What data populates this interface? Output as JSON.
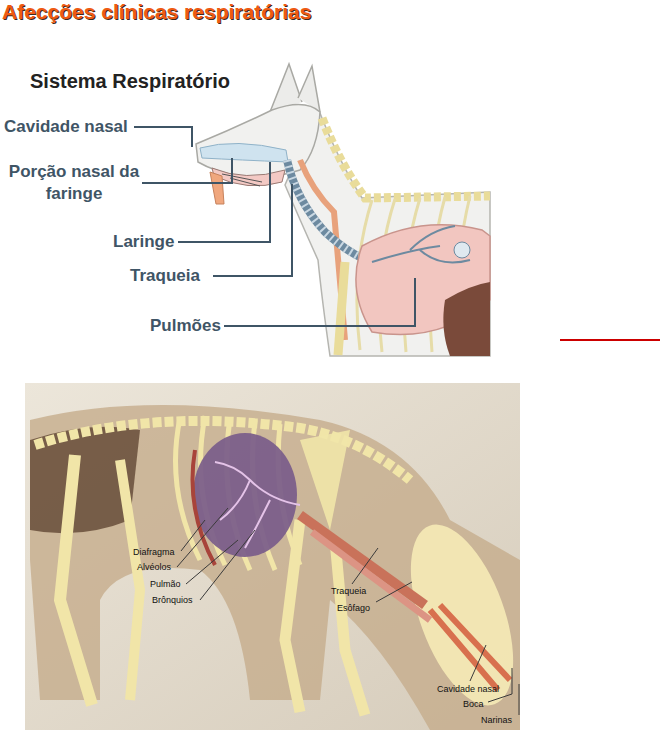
{
  "diagram": {
    "title": "Afecções clínicas respiratórias",
    "labels": [
      "Sistema Respiratório",
      "Cavidade nasal",
      "Porção nasal da faringe",
      "Laringe",
      "Traqueia",
      "Pulmões",
      "Diafragma",
      "Alvéolos",
      "Pulmão",
      "Brônquios",
      "Traqueia",
      "Esôfago",
      "Cavidade nasal",
      "Boca",
      "Narinas"
    ]
  }
}
